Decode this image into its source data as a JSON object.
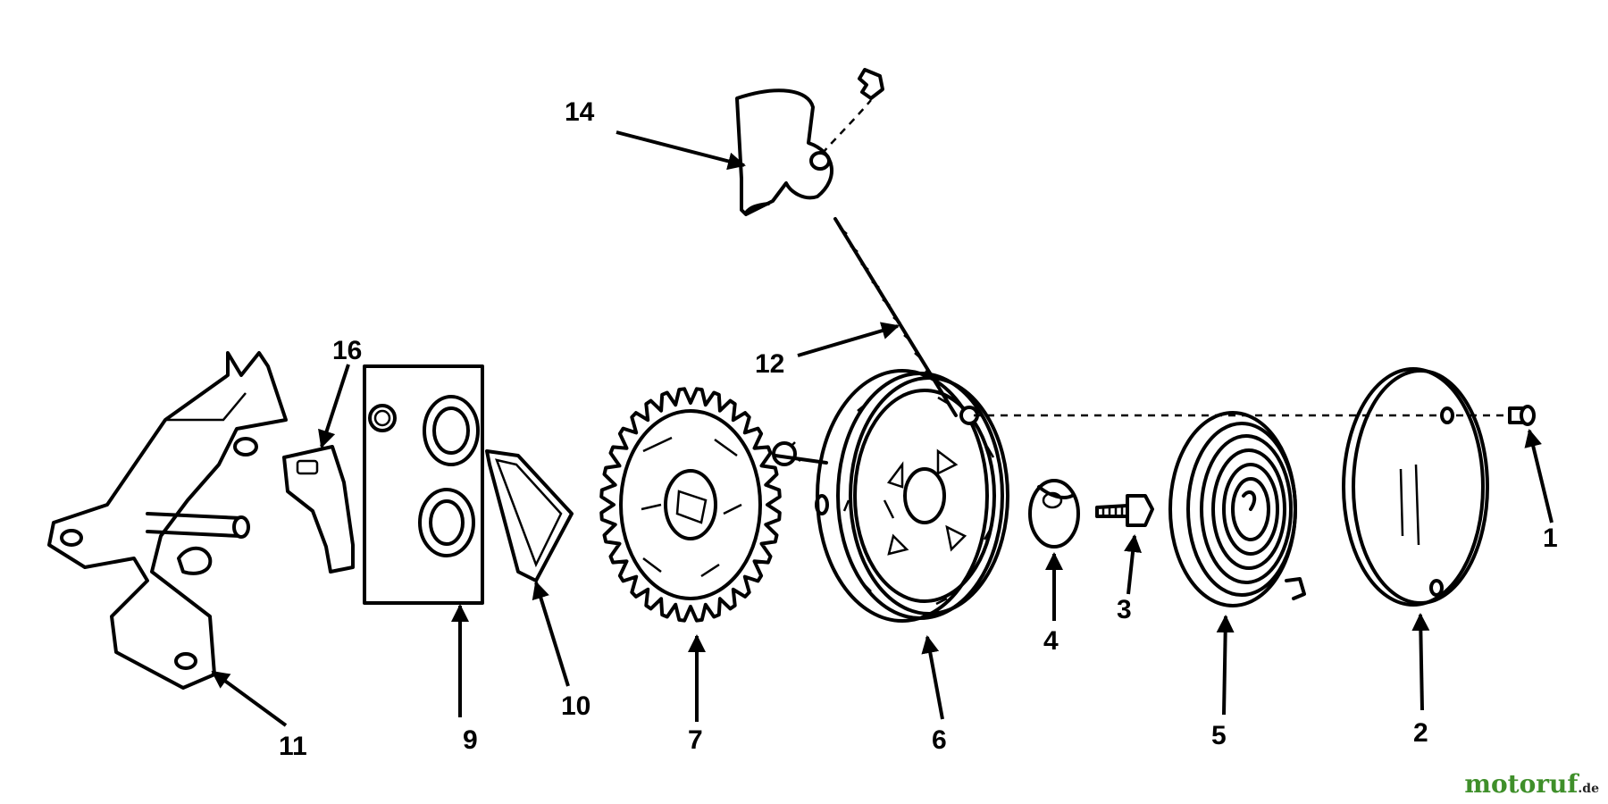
{
  "diagram": {
    "callouts": [
      "1",
      "2",
      "3",
      "4",
      "5",
      "6",
      "7",
      "9",
      "10",
      "11",
      "12",
      "14",
      "16"
    ]
  },
  "watermark": {
    "brand": "motoruf",
    "tld": ".de"
  }
}
